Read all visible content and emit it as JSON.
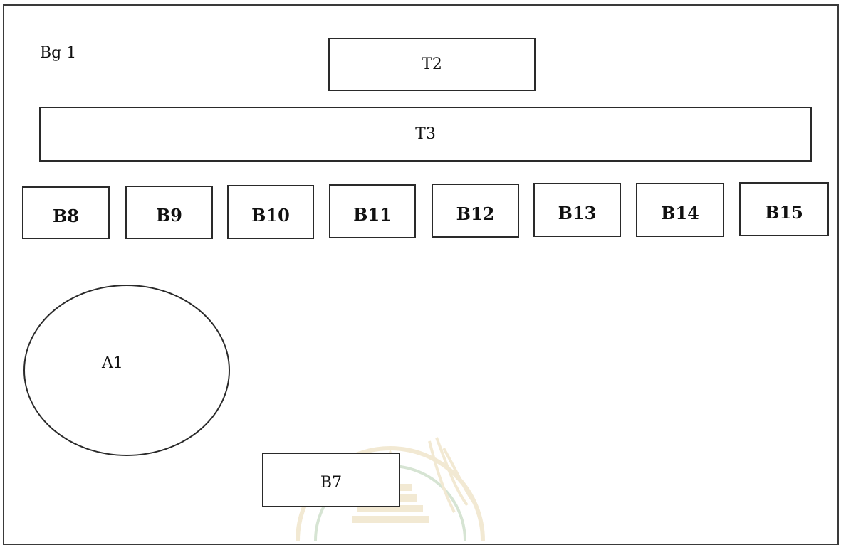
{
  "diagram": {
    "background_label": "Bg 1",
    "title_box_2": "T2",
    "title_box_3": "T3",
    "buttons": [
      "B8",
      "B9",
      "B10",
      "B11",
      "B12",
      "B13",
      "B14",
      "B15"
    ],
    "area": "A1",
    "bottom_button": "B7"
  },
  "colors": {
    "stroke": "#2a2a2a",
    "background": "#ffffff",
    "watermark": "#c9a03a"
  },
  "watermark": {
    "icon": "university-seal-icon"
  }
}
